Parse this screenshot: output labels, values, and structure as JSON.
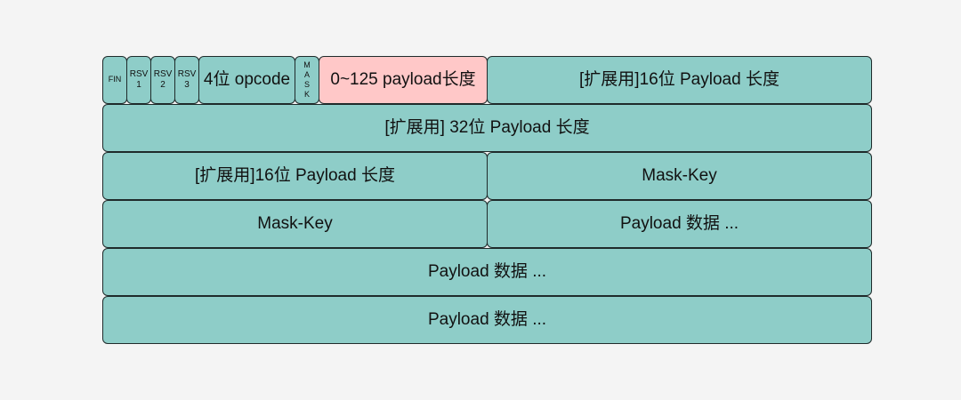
{
  "diagram": {
    "row1": {
      "fin": "FIN",
      "rsv1": [
        "RSV",
        "1"
      ],
      "rsv2": [
        "RSV",
        "2"
      ],
      "rsv3": [
        "RSV",
        "3"
      ],
      "opcode": "4位 opcode",
      "mask": [
        "M",
        "A",
        "S",
        "K"
      ],
      "payload_len": "0~125 payload长度",
      "ext16": "[扩展用]16位 Payload 长度"
    },
    "row2": {
      "ext32": "[扩展用] 32位 Payload 长度"
    },
    "row3": {
      "ext16": "[扩展用]16位 Payload 长度",
      "mask_key": "Mask-Key"
    },
    "row4": {
      "mask_key": "Mask-Key",
      "payload_data": "Payload 数据 ..."
    },
    "row5": {
      "payload_data": "Payload 数据 ..."
    },
    "row6": {
      "payload_data": "Payload 数据 ..."
    }
  }
}
